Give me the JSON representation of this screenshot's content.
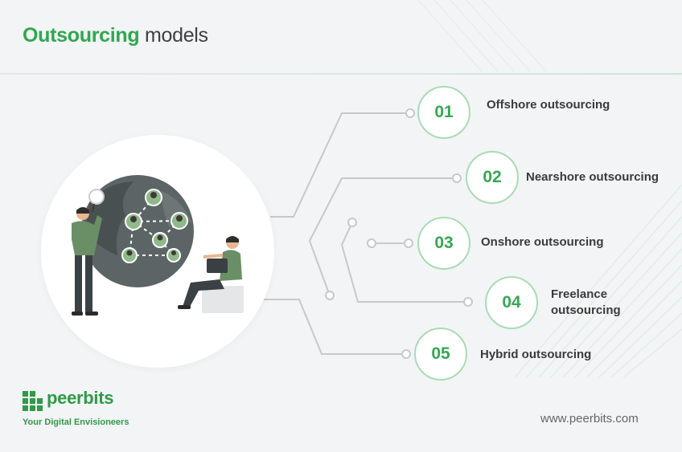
{
  "header": {
    "title_accent": "Outsourcing",
    "title_rest": "models"
  },
  "models": [
    {
      "number": "01",
      "label": "Offshore outsourcing"
    },
    {
      "number": "02",
      "label": "Nearshore outsourcing"
    },
    {
      "number": "03",
      "label": "Onshore outsourcing"
    },
    {
      "number": "04",
      "label": "Freelance outsourcing"
    },
    {
      "number": "05",
      "label": "Hybrid outsourcing"
    }
  ],
  "brand": {
    "name": "peerbits",
    "tagline": "Your Digital Envisioneers"
  },
  "footer": {
    "url": "www.peerbits.com"
  },
  "colors": {
    "accent": "#2fa84f",
    "badge_border": "#a9dcb6",
    "connector": "#c8cbcc",
    "background": "#f2f4f5"
  }
}
